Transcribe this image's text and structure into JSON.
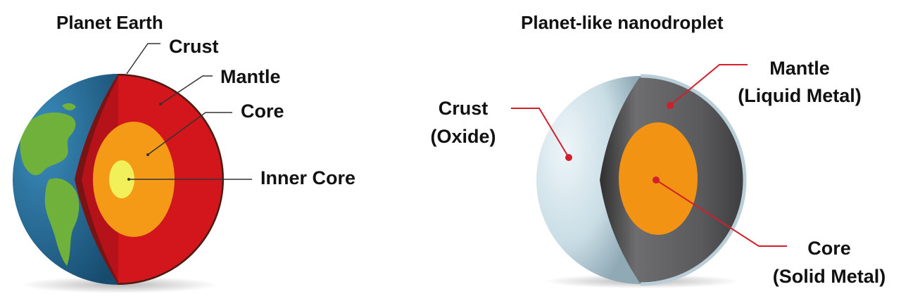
{
  "earth": {
    "title": "Planet Earth",
    "labels": {
      "crust": "Crust",
      "mantle": "Mantle",
      "core": "Core",
      "inner_core": "Inner Core"
    }
  },
  "nanodroplet": {
    "title": "Planet-like nanodroplet",
    "labels": {
      "crust_line1": "Crust",
      "crust_line2": "(Oxide)",
      "mantle_line1": "Mantle",
      "mantle_line2": "(Liquid Metal)",
      "core_line1": "Core",
      "core_line2": "(Solid Metal)"
    }
  },
  "colors": {
    "ocean": "#2b6c96",
    "land": "#6fb13a",
    "earth_mantle": "#d3161c",
    "earth_core": "#f59a16",
    "earth_inner_core": "#f2f05a",
    "droplet_shell": "#c5d9e1",
    "droplet_mantle": "#5a5a5c",
    "droplet_core": "#f39314",
    "leader_earth": "#333333",
    "leader_droplet": "#d11f2b"
  }
}
